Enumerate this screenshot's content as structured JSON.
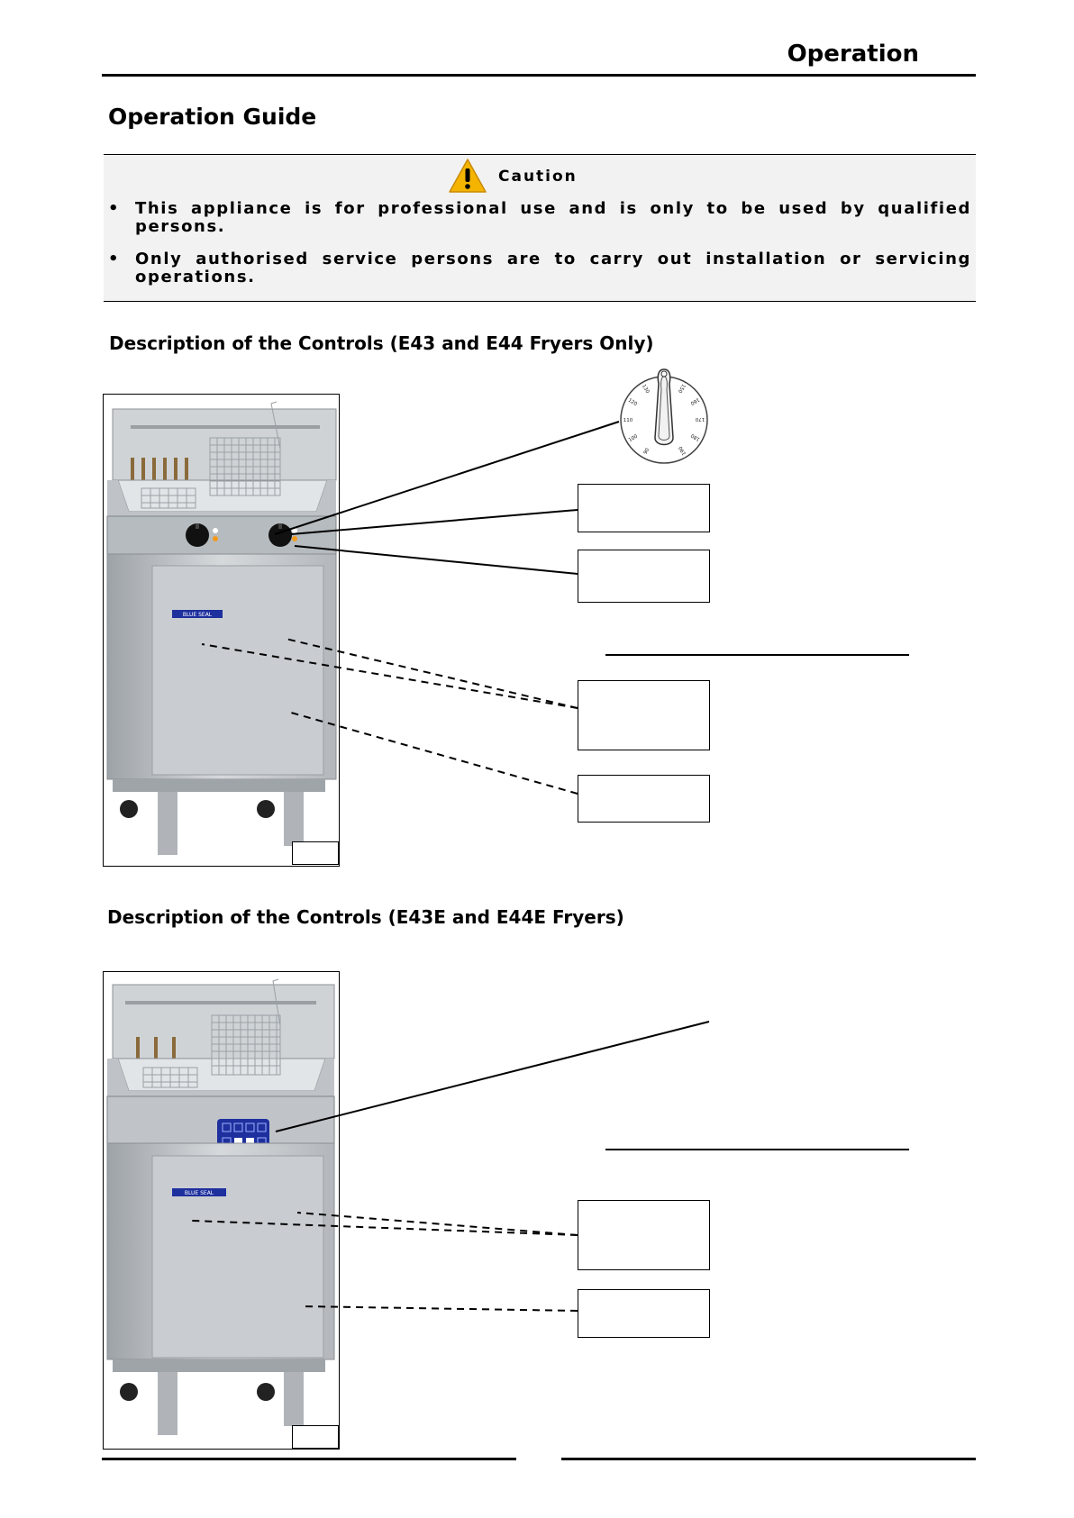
{
  "header": {
    "title": "Operation"
  },
  "page": {
    "title": "Operation Guide"
  },
  "caution": {
    "label": "Caution",
    "icon": "warning-triangle-icon",
    "bullets": [
      "This appliance is for professional use and is only to be used by qualified persons.",
      "Only authorised service persons are to carry out installation or servicing operations."
    ]
  },
  "sections": [
    {
      "title": "Description of the Controls (E43 and E44 Fryers Only)"
    },
    {
      "title": "Description of the Controls (E43E and E44E Fryers)"
    }
  ],
  "thermostat_dial": {
    "scale_marks": [
      "90",
      "100",
      "110",
      "120",
      "130",
      "140",
      "150",
      "160",
      "170",
      "180",
      "190"
    ]
  },
  "control_panel": {
    "brand_badge": "BLUE SEAL"
  },
  "colors": {
    "caution_background": "#f2f2f2",
    "warning_yellow": "#f5b400",
    "touch_panel_blue": "#1e2f9e",
    "indicator_amber": "#f39a1e",
    "steel": "#c8ccd0"
  }
}
